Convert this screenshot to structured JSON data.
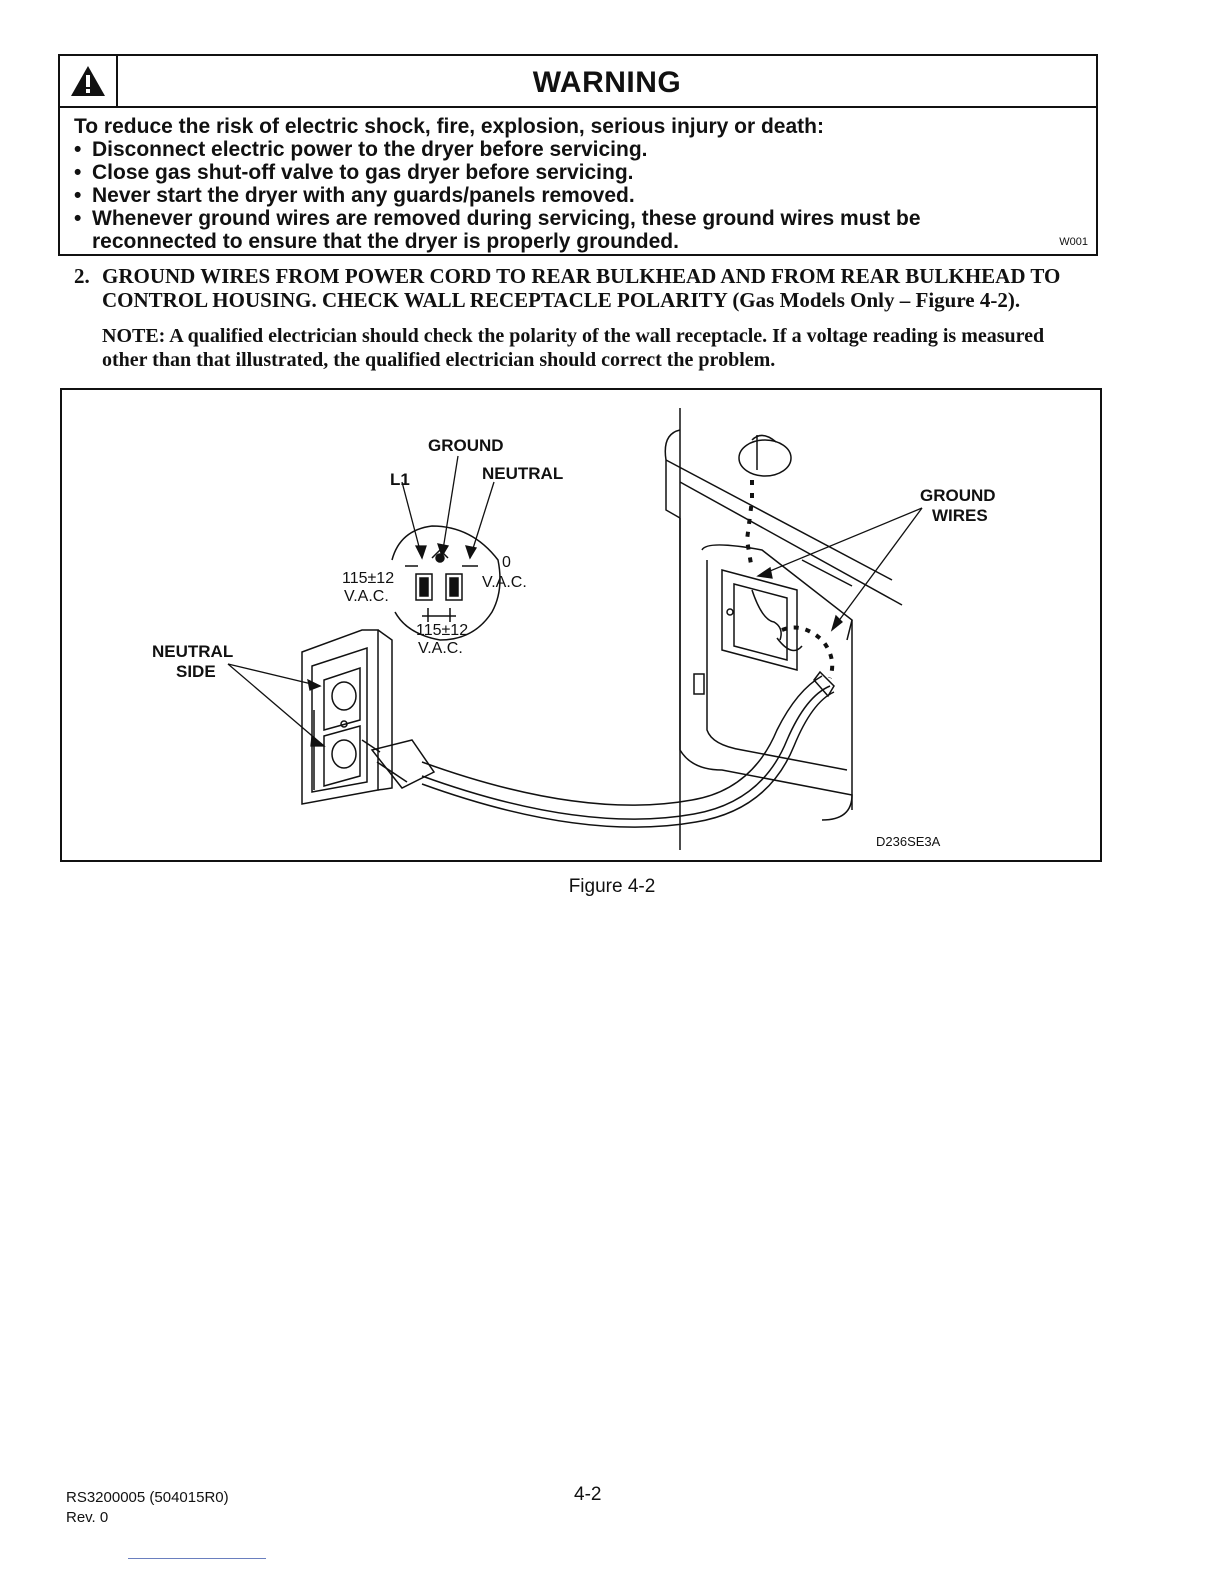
{
  "warning": {
    "title": "WARNING",
    "intro": "To reduce the risk of electric shock, fire, explosion, serious injury or death:",
    "items": [
      "Disconnect electric power to the dryer before servicing.",
      "Close gas shut-off valve to gas dryer before servicing.",
      "Never start the dryer with any guards/panels removed.",
      "Whenever ground wires are removed during servicing, these ground wires must be",
      "reconnected to ensure that the dryer is properly grounded."
    ],
    "code": "W001"
  },
  "step": {
    "number": "2.",
    "heading": "GROUND WIRES FROM POWER CORD TO REAR BULKHEAD AND FROM REAR BULKHEAD TO CONTROL HOUSING. CHECK WALL RECEPTACLE POLARITY",
    "heading_suffix": "(Gas Models Only – Figure 4-2).",
    "note": "NOTE: A qualified electrician should check the polarity of the wall receptacle. If a voltage reading is measured other than that illustrated, the qualified electrician should correct the problem."
  },
  "figure": {
    "labels": {
      "ground": "GROUND",
      "l1": "L1",
      "neutral": "NEUTRAL",
      "v_left_1": "115±12",
      "v_left_2": "V.A.C.",
      "v_right_1": "0",
      "v_right_2": "V.A.C.",
      "v_bottom_1": "115±12",
      "v_bottom_2": "V.A.C.",
      "neutral_side_1": "NEUTRAL",
      "neutral_side_2": "SIDE",
      "ground_wires_1": "GROUND",
      "ground_wires_2": "WIRES"
    },
    "code": "D236SE3A",
    "caption": "Figure 4-2"
  },
  "footer": {
    "doc_number": "RS3200005 (504015R0)",
    "revision": "Rev. 0",
    "page": "4-2"
  }
}
